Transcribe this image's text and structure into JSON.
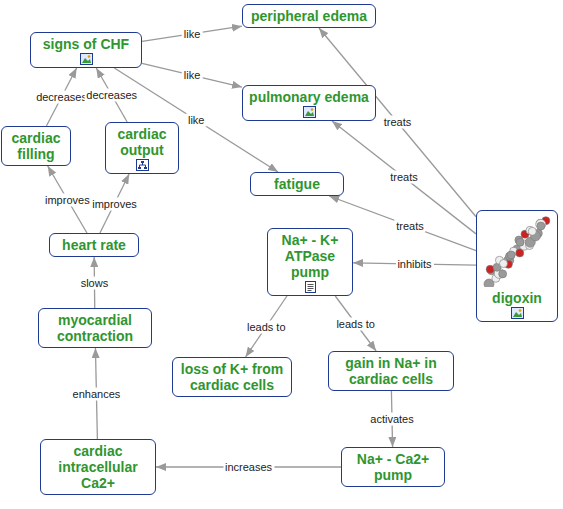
{
  "diagram": {
    "nodes": [
      {
        "text": [
          "signs of CHF"
        ]
      },
      {
        "text": [
          "peripheral edema"
        ]
      },
      {
        "text": [
          "pulmonary edema"
        ]
      },
      {
        "text": [
          "cardiac filling"
        ]
      },
      {
        "text": [
          "cardiac output"
        ]
      },
      {
        "text": [
          "fatigue"
        ]
      },
      {
        "text": [
          "heart rate"
        ]
      },
      {
        "text": [
          "Na+ - K+ ATPase pump"
        ]
      },
      {
        "text": [
          "digoxin"
        ]
      },
      {
        "text": [
          "myocardial contraction"
        ]
      },
      {
        "text": [
          "loss of K+ from cardiac cells"
        ]
      },
      {
        "text": [
          "gain in Na+ in cardiac cells"
        ]
      },
      {
        "text": [
          "cardiac intracellular Ca2+"
        ]
      },
      {
        "text": [
          "Na+ - Ca2+ pump"
        ]
      }
    ],
    "edges": [
      {
        "from": 0,
        "to": 1,
        "label": "like",
        "arrow": "to"
      },
      {
        "from": 0,
        "to": 2,
        "label": "like",
        "arrow": "to"
      },
      {
        "from": 0,
        "to": 5,
        "label": "like",
        "arrow": "to"
      },
      {
        "from": 3,
        "to": 0,
        "label": "decreases",
        "arrow": "to"
      },
      {
        "from": 4,
        "to": 0,
        "label": "decreases",
        "arrow": "to"
      },
      {
        "from": 6,
        "to": 3,
        "label": "improves",
        "arrow": "to"
      },
      {
        "from": 6,
        "to": 4,
        "label": "improves",
        "arrow": "to"
      },
      {
        "from": 9,
        "to": 6,
        "label": "slows",
        "arrow": "to"
      },
      {
        "from": 12,
        "to": 9,
        "label": "enhances",
        "arrow": "to"
      },
      {
        "from": 8,
        "to": 1,
        "label": "treats",
        "arrow": "to"
      },
      {
        "from": 8,
        "to": 2,
        "label": "treats",
        "arrow": "to"
      },
      {
        "from": 8,
        "to": 5,
        "label": "treats",
        "arrow": "to"
      },
      {
        "from": 8,
        "to": 7,
        "label": "inhibits",
        "arrow": "to"
      },
      {
        "from": 7,
        "to": 10,
        "label": "leads to",
        "arrow": "to"
      },
      {
        "from": 7,
        "to": 11,
        "label": "leads to",
        "arrow": "to"
      },
      {
        "from": 11,
        "to": 13,
        "label": "activates",
        "arrow": "to"
      },
      {
        "from": 13,
        "to": 12,
        "label": "increases",
        "arrow": "to"
      }
    ]
  }
}
